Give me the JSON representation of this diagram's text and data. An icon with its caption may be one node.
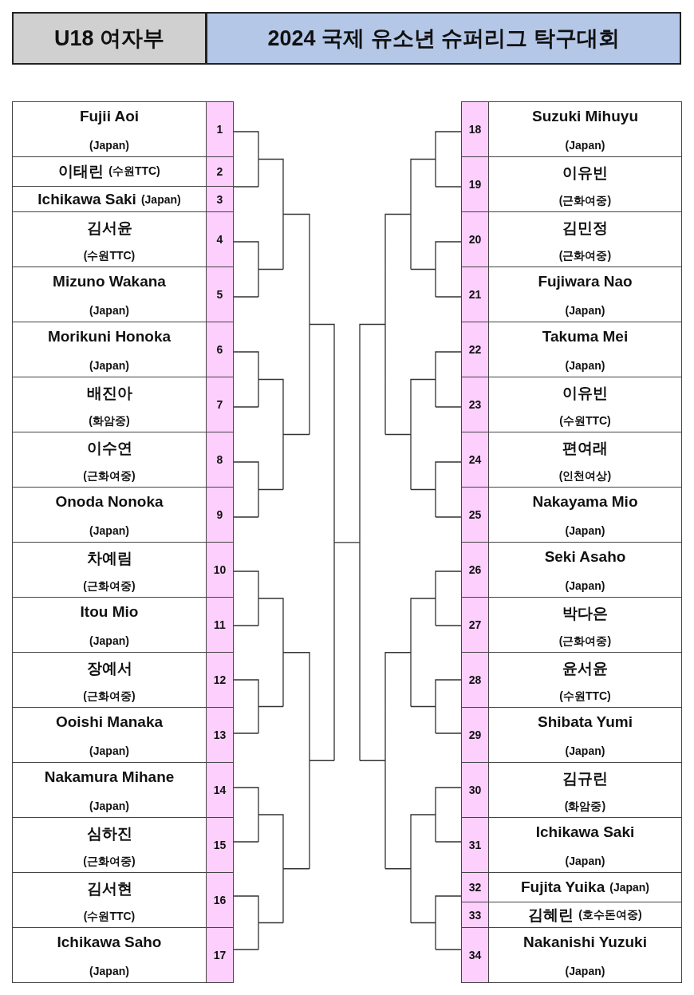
{
  "diagram": {
    "nodes": [
      {
        "text": [
          "U18 여자부"
        ]
      },
      {
        "text": [
          "2024 국제 유소년 슈퍼리그 탁구대회"
        ]
      },
      {
        "text": [
          "Fujii Aoi",
          "(Japan)"
        ]
      },
      {
        "text": [
          "1"
        ]
      },
      {
        "text": [
          "이태린",
          "(수원TTC)"
        ]
      },
      {
        "text": [
          "2"
        ]
      },
      {
        "text": [
          "Ichikawa Saki",
          "(Japan)"
        ]
      },
      {
        "text": [
          "3"
        ]
      },
      {
        "text": [
          "김서윤",
          "(수원TTC)"
        ]
      },
      {
        "text": [
          "4"
        ]
      },
      {
        "text": [
          "Mizuno Wakana",
          "(Japan)"
        ]
      },
      {
        "text": [
          "5"
        ]
      },
      {
        "text": [
          "Morikuni Honoka",
          "(Japan)"
        ]
      },
      {
        "text": [
          "6"
        ]
      },
      {
        "text": [
          "배진아",
          "(화암중)"
        ]
      },
      {
        "text": [
          "7"
        ]
      },
      {
        "text": [
          "이수연",
          "(근화여중)"
        ]
      },
      {
        "text": [
          "8"
        ]
      },
      {
        "text": [
          "Onoda Nonoka",
          "(Japan)"
        ]
      },
      {
        "text": [
          "9"
        ]
      },
      {
        "text": [
          "차예림",
          "(근화여중)"
        ]
      },
      {
        "text": [
          "10"
        ]
      },
      {
        "text": [
          "Itou Mio",
          "(Japan)"
        ]
      },
      {
        "text": [
          "11"
        ]
      },
      {
        "text": [
          "장예서",
          "(근화여중)"
        ]
      },
      {
        "text": [
          "12"
        ]
      },
      {
        "text": [
          "Ooishi Manaka",
          "(Japan)"
        ]
      },
      {
        "text": [
          "13"
        ]
      },
      {
        "text": [
          "Nakamura Mihane",
          "(Japan)"
        ]
      },
      {
        "text": [
          "14"
        ]
      },
      {
        "text": [
          "심하진",
          "(근화여중)"
        ]
      },
      {
        "text": [
          "15"
        ]
      },
      {
        "text": [
          "김서현",
          "(수원TTC)"
        ]
      },
      {
        "text": [
          "16"
        ]
      },
      {
        "text": [
          "Ichikawa Saho",
          "(Japan)"
        ]
      },
      {
        "text": [
          "17"
        ]
      },
      {
        "text": [
          "18"
        ]
      },
      {
        "text": [
          "Suzuki Mihuyu",
          "(Japan)"
        ]
      },
      {
        "text": [
          "19"
        ]
      },
      {
        "text": [
          "이유빈",
          "(근화여중)"
        ]
      },
      {
        "text": [
          "20"
        ]
      },
      {
        "text": [
          "김민정",
          "(근화여중)"
        ]
      },
      {
        "text": [
          "21"
        ]
      },
      {
        "text": [
          "Fujiwara Nao",
          "(Japan)"
        ]
      },
      {
        "text": [
          "22"
        ]
      },
      {
        "text": [
          "Takuma Mei",
          "(Japan)"
        ]
      },
      {
        "text": [
          "23"
        ]
      },
      {
        "text": [
          "이유빈",
          "(수원TTC)"
        ]
      },
      {
        "text": [
          "24"
        ]
      },
      {
        "text": [
          "편여래",
          "(인천여상)"
        ]
      },
      {
        "text": [
          "25"
        ]
      },
      {
        "text": [
          "Nakayama Mio",
          "(Japan)"
        ]
      },
      {
        "text": [
          "26"
        ]
      },
      {
        "text": [
          "Seki Asaho",
          "(Japan)"
        ]
      },
      {
        "text": [
          "27"
        ]
      },
      {
        "text": [
          "박다은",
          "(근화여중)"
        ]
      },
      {
        "text": [
          "28"
        ]
      },
      {
        "text": [
          "윤서윤",
          "(수원TTC)"
        ]
      },
      {
        "text": [
          "29"
        ]
      },
      {
        "text": [
          "Shibata Yumi",
          "(Japan)"
        ]
      },
      {
        "text": [
          "30"
        ]
      },
      {
        "text": [
          "김규린",
          "(화암중)"
        ]
      },
      {
        "text": [
          "31"
        ]
      },
      {
        "text": [
          "Ichikawa Saki",
          "(Japan)"
        ]
      },
      {
        "text": [
          "32"
        ]
      },
      {
        "text": [
          "Fujita Yuika",
          "(Japan)"
        ]
      },
      {
        "text": [
          "33"
        ]
      },
      {
        "text": [
          "김혜린",
          "(호수돈여중)"
        ]
      },
      {
        "text": [
          "34"
        ]
      },
      {
        "text": [
          "Nakanishi Yuzuki",
          "(Japan)"
        ]
      }
    ]
  }
}
